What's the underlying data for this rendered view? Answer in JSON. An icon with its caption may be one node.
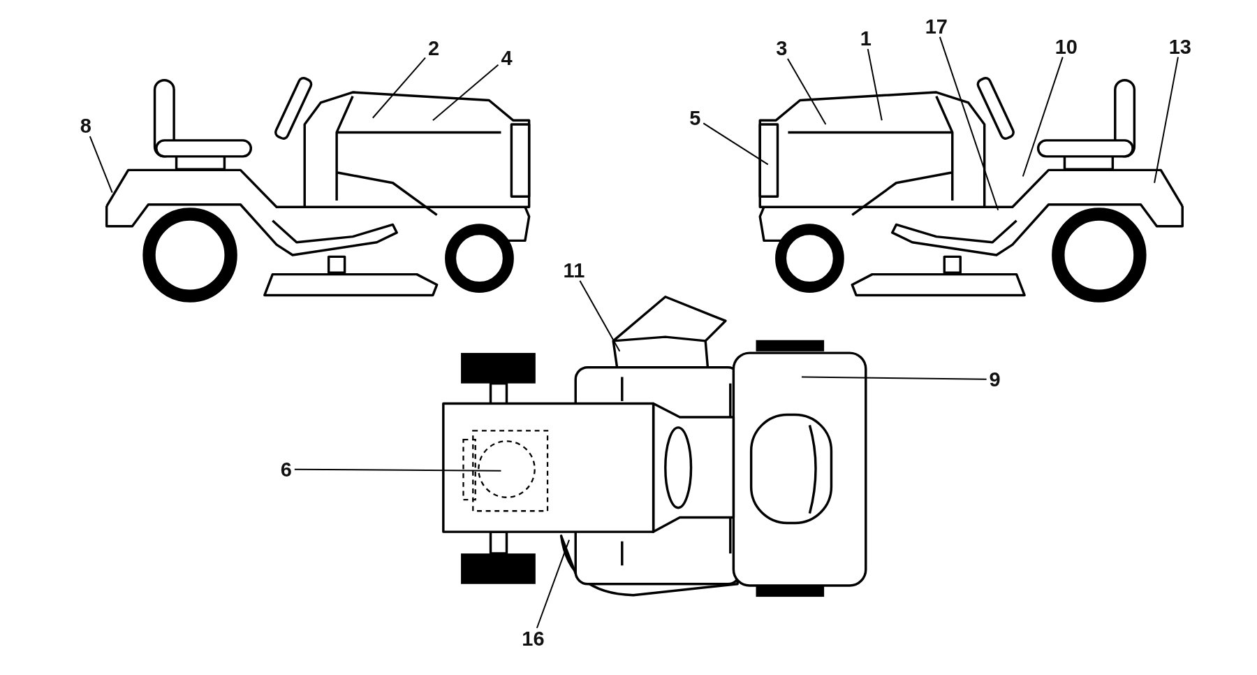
{
  "diagram": {
    "nodes": [
      {
        "text": [
          "2"
        ]
      },
      {
        "text": [
          "4"
        ]
      },
      {
        "text": [
          "3"
        ]
      },
      {
        "text": [
          "1"
        ]
      },
      {
        "text": [
          "17"
        ]
      },
      {
        "text": [
          "10"
        ]
      },
      {
        "text": [
          "13"
        ]
      },
      {
        "text": [
          "8"
        ]
      },
      {
        "text": [
          "5"
        ]
      },
      {
        "text": [
          "11"
        ]
      },
      {
        "text": [
          "9"
        ]
      },
      {
        "text": [
          "6"
        ]
      },
      {
        "text": [
          "16"
        ]
      }
    ],
    "edges": [
      {
        "from": 0,
        "to": null,
        "arrow": "none"
      },
      {
        "from": 1,
        "to": null,
        "arrow": "none"
      },
      {
        "from": 2,
        "to": null,
        "arrow": "none"
      },
      {
        "from": 3,
        "to": null,
        "arrow": "none"
      },
      {
        "from": 4,
        "to": null,
        "arrow": "none"
      },
      {
        "from": 5,
        "to": null,
        "arrow": "none"
      },
      {
        "from": 6,
        "to": null,
        "arrow": "none"
      },
      {
        "from": 7,
        "to": null,
        "arrow": "none"
      },
      {
        "from": 8,
        "to": null,
        "arrow": "none"
      },
      {
        "from": 9,
        "to": null,
        "arrow": "none"
      },
      {
        "from": 10,
        "to": null,
        "arrow": "none"
      },
      {
        "from": 11,
        "to": null,
        "arrow": "none"
      },
      {
        "from": 12,
        "to": null,
        "arrow": "none"
      }
    ]
  }
}
